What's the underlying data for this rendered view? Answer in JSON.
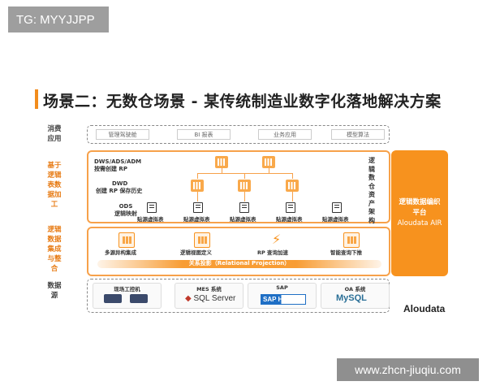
{
  "tag": "TG: MYYJJPP",
  "watermark": "www.zhcn-jiuqiu.com",
  "title": "场景二：无数仓场景 - 某传统制造业数字化落地解决方案",
  "rows": {
    "consume": {
      "label": "消费应用",
      "items": [
        "管理驾驶舱",
        "BI 报表",
        "业务应用",
        "模型算法"
      ]
    },
    "base": {
      "label": "基于逻辑表数据加工",
      "layer1": "DWS/ADS/ADM",
      "layer1_sub": "按需创建 RP",
      "layer2": "DWD",
      "layer2_sub": "创建 RP 保存历史",
      "layer3": "ODS",
      "layer3_sub": "逻辑映射",
      "vtable_label": "贴源虚拟表",
      "right_label": "逻辑数仓资产架构"
    },
    "integrate": {
      "label": "逻辑数据集成与整合",
      "items": [
        "多源异构集成",
        "逻辑视图定义",
        "RP 查询加速",
        "智能查询下推"
      ],
      "band": "关系投影（Relational Projection）"
    },
    "source": {
      "label": "数据源",
      "items": [
        "现场工控机",
        "MES 系统",
        "SAP",
        "OA 系统"
      ],
      "logos": [
        "SQL Server",
        "SAP HANA",
        "MySQL"
      ]
    }
  },
  "platform": {
    "line1": "逻辑数据编织",
    "line2": "平台",
    "line3": "Aloudata AIR"
  },
  "brand": "Aloudata",
  "colors": {
    "accent": "#f7921e",
    "accent_light": "#f7a14a"
  }
}
